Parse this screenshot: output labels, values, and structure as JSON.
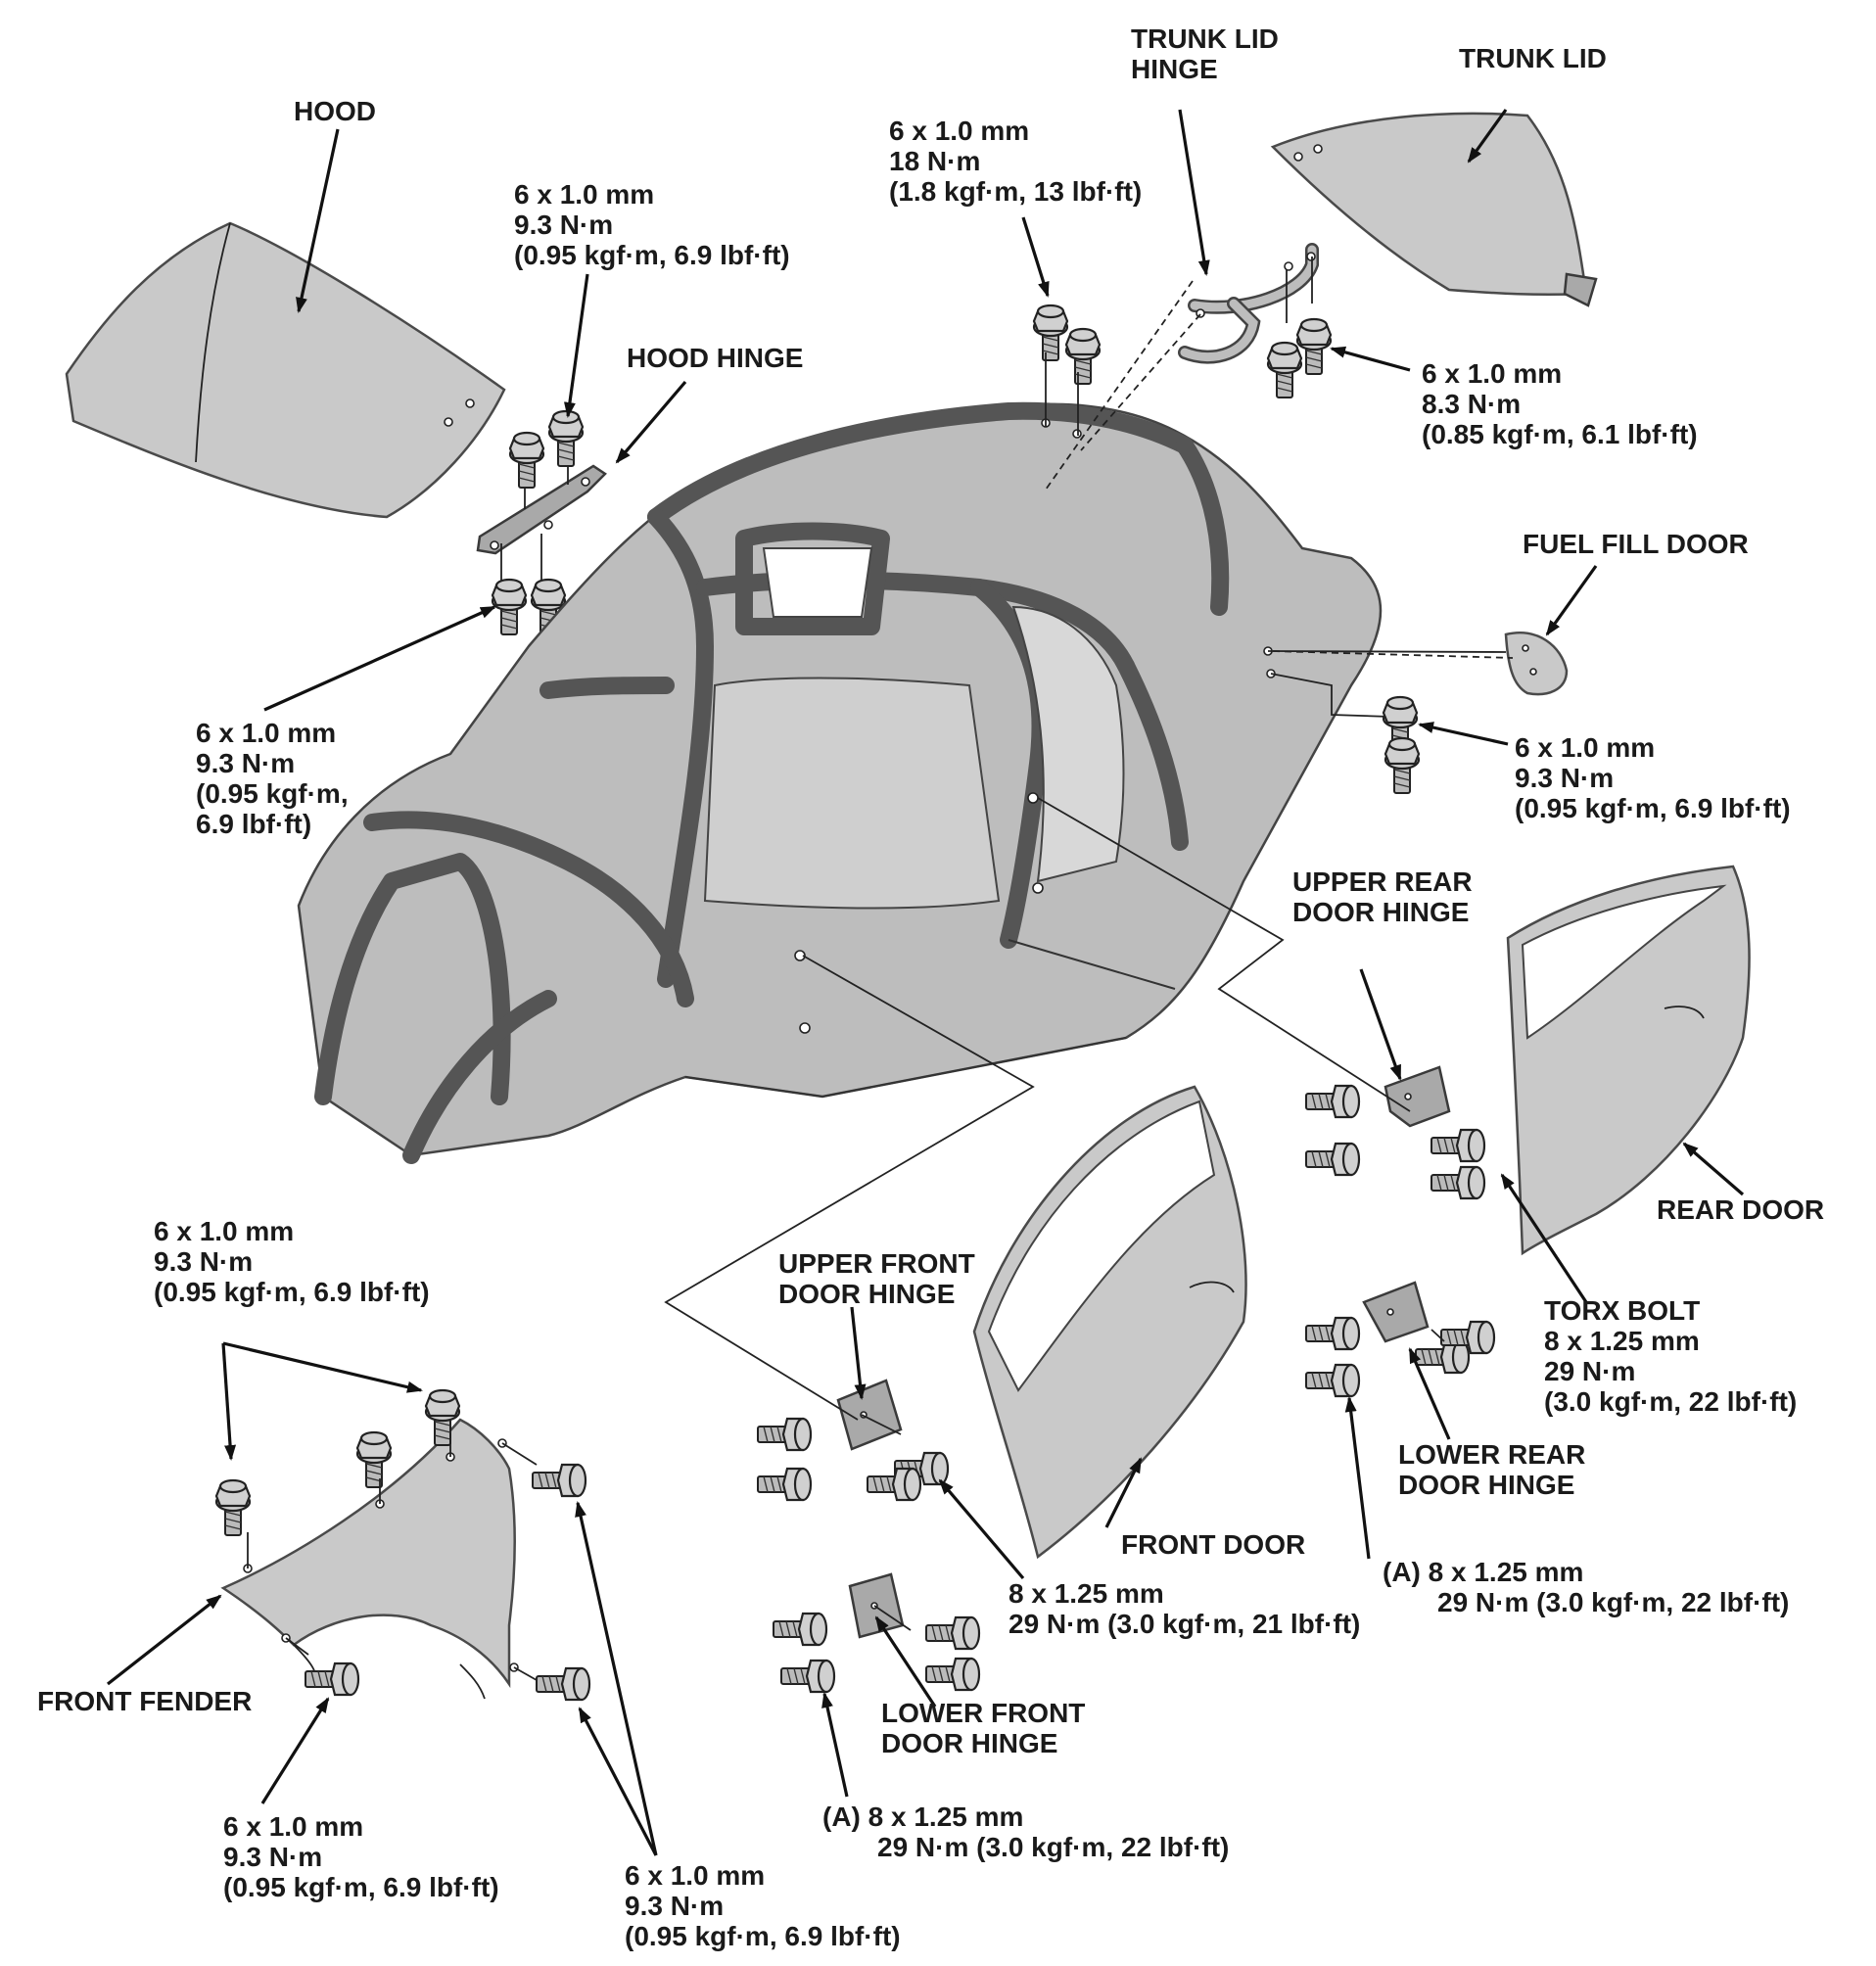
{
  "labels": {
    "hood": "HOOD",
    "hood_hinge": "HOOD HINGE",
    "hood_hinge_bolt_top": [
      "6 x 1.0 mm",
      "9.3 N·m",
      "(0.95 kgf·m, 6.9 lbf·ft)"
    ],
    "hood_hinge_bolt_left": [
      "6 x 1.0 mm",
      "9.3 N·m",
      "(0.95 kgf·m,",
      "6.9 lbf·ft)"
    ],
    "trunk_lid_hinge": [
      "TRUNK LID",
      "HINGE"
    ],
    "trunk_lid": "TRUNK LID",
    "trunk_hinge_bolt_upper": [
      "6 x 1.0 mm",
      "18 N·m",
      "(1.8 kgf·m, 13 lbf·ft)"
    ],
    "trunk_hinge_bolt_lower": [
      "6 x 1.0 mm",
      "8.3 N·m",
      "(0.85 kgf·m, 6.1 lbf·ft)"
    ],
    "fuel_fill_door": "FUEL FILL DOOR",
    "fuel_door_bolt": [
      "6 x 1.0 mm",
      "9.3 N·m",
      "(0.95 kgf·m, 6.9 lbf·ft)"
    ],
    "upper_rear_door_hinge": [
      "UPPER REAR",
      "DOOR HINGE"
    ],
    "rear_door": "REAR DOOR",
    "torx_bolt": [
      "TORX BOLT",
      "8 x 1.25 mm",
      "29 N·m",
      "(3.0 kgf·m, 22 lbf·ft)"
    ],
    "lower_rear_door_hinge": [
      "LOWER REAR",
      "DOOR HINGE"
    ],
    "rear_hinge_bolt_a": [
      "(A) 8 x 1.25 mm",
      "29 N·m (3.0 kgf·m, 22 lbf·ft)"
    ],
    "fender_bolt_top": [
      "6 x 1.0 mm",
      "9.3 N·m",
      "(0.95 kgf·m, 6.9 lbf·ft)"
    ],
    "upper_front_door_hinge": [
      "UPPER FRONT",
      "DOOR HINGE"
    ],
    "front_door": "FRONT DOOR",
    "front_hinge_bolt": [
      "8 x 1.25 mm",
      "29 N·m (3.0 kgf·m, 21 lbf·ft)"
    ],
    "lower_front_door_hinge": [
      "LOWER FRONT",
      "DOOR HINGE"
    ],
    "front_hinge_bolt_a": [
      "(A) 8 x 1.25 mm",
      "29 N·m (3.0 kgf·m, 22 lbf·ft)"
    ],
    "front_fender": "FRONT FENDER",
    "fender_bolt_lower_left": [
      "6 x 1.0 mm",
      "9.3 N·m",
      "(0.95 kgf·m, 6.9 lbf·ft)"
    ],
    "fender_bolt_lower_right": [
      "6 x 1.0 mm",
      "9.3 N·m",
      "(0.95 kgf·m, 6.9 lbf·ft)"
    ]
  }
}
